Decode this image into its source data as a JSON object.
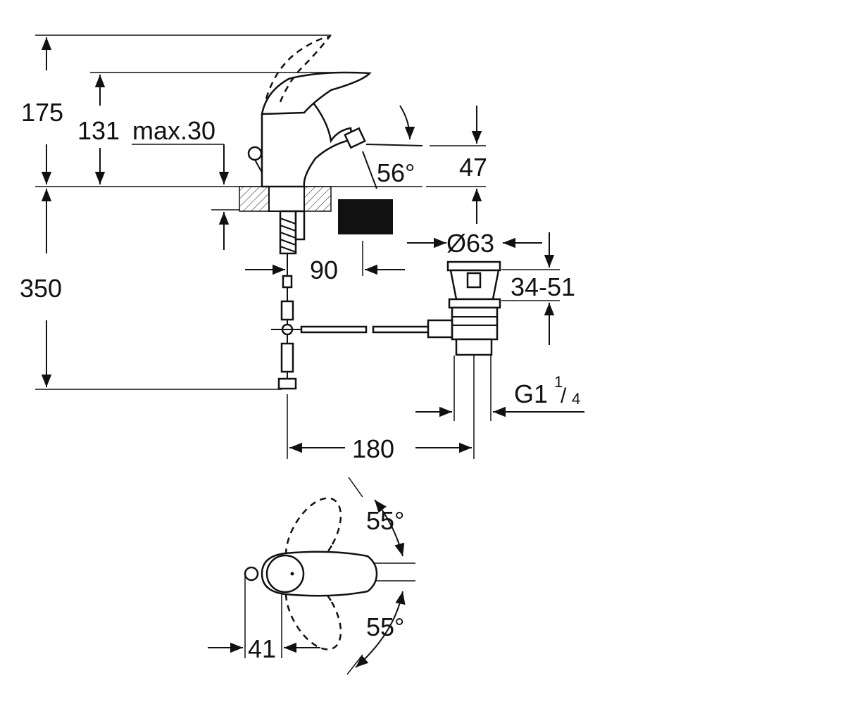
{
  "dimensions": {
    "height_total": "175",
    "height_spout": "131",
    "max_thickness": "max.30",
    "spout_angle": "56°",
    "spout_offset": "47",
    "hose_length": "350",
    "offset_90": "90",
    "waste_diameter": "Ø63",
    "waste_range": "34-51",
    "thread_main": "G1",
    "thread_num": "1",
    "thread_den": "4",
    "center_distance": "180",
    "rotation_up": "55°",
    "rotation_down": "55°",
    "lever_offset": "41"
  }
}
